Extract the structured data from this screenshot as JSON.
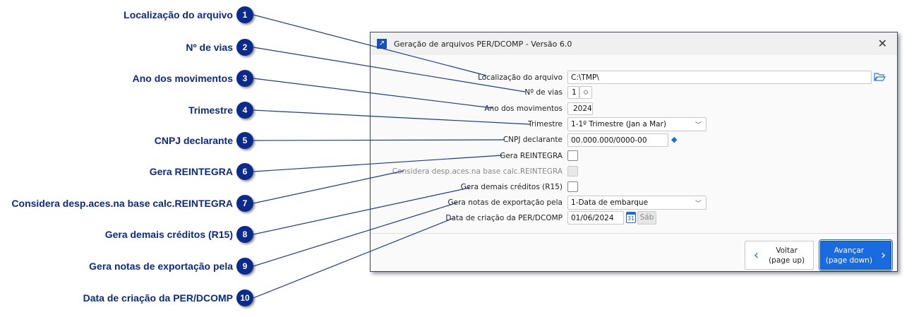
{
  "callouts": [
    {
      "n": "1",
      "label": "Localização do arquivo"
    },
    {
      "n": "2",
      "label": "Nº de vias"
    },
    {
      "n": "3",
      "label": "Ano dos movimentos"
    },
    {
      "n": "4",
      "label": "Trimestre"
    },
    {
      "n": "5",
      "label": "CNPJ declarante"
    },
    {
      "n": "6",
      "label": "Gera REINTEGRA"
    },
    {
      "n": "7",
      "label": "Considera desp.aces.na base calc.REINTEGRA"
    },
    {
      "n": "8",
      "label": "Gera demais créditos (R15)"
    },
    {
      "n": "9",
      "label": "Gera notas de exportação pela"
    },
    {
      "n": "10",
      "label": "Data de criação da PER/DCOMP"
    }
  ],
  "dialog": {
    "title": "Geração de arquivos PER/DCOMP - Versão 6.0",
    "fields": {
      "location": {
        "label": "Localização do arquivo",
        "value": "C:\\TMP\\"
      },
      "copies": {
        "label": "Nº de vias",
        "value": "1"
      },
      "year": {
        "label": "Ano dos movimentos",
        "value": "2024"
      },
      "quarter": {
        "label": "Trimestre",
        "value": "1-1º Trimestre (Jan a Mar)"
      },
      "cnpj": {
        "label": "CNPJ declarante",
        "value": "00.000.000/0000-00"
      },
      "reintegra": {
        "label": "Gera REINTEGRA",
        "checked": false
      },
      "consider": {
        "label": "Considera desp.aces.na base calc.REINTEGRA",
        "checked": false,
        "disabled": true
      },
      "r15": {
        "label": "Gera demais créditos (R15)",
        "checked": false
      },
      "export_notes": {
        "label": "Gera notas de exportação pela",
        "value": "1-Data de embarque"
      },
      "creation_date": {
        "label": "Data de criação da PER/DCOMP",
        "value": "01/06/2024",
        "weekday": "Sáb"
      }
    },
    "buttons": {
      "back": "Voltar",
      "back_hint": "(page up)",
      "next": "Avançar",
      "next_hint": "(page down)"
    },
    "accent": "#1a6be0"
  }
}
